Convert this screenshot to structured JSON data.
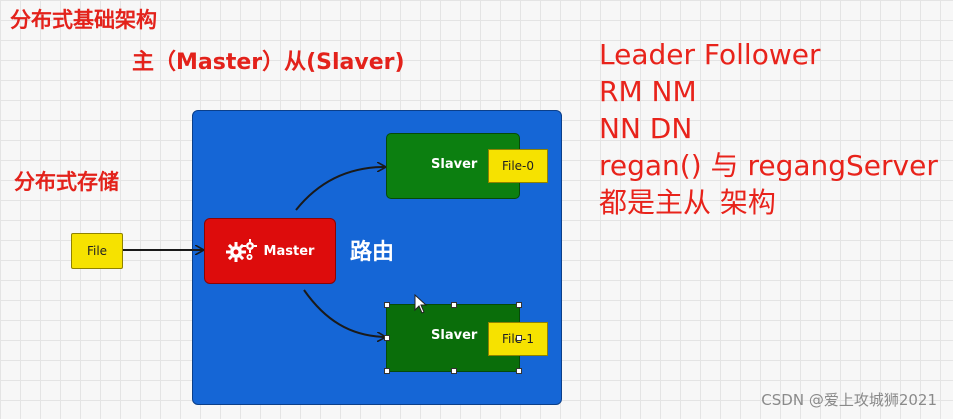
{
  "titles": {
    "main": "分布式基础架构",
    "sub": "主（Master）从(Slaver)",
    "storage": "分布式存储"
  },
  "diagram": {
    "input_file": "File",
    "master_label": "Master",
    "route_label": "路由",
    "slaves": [
      {
        "label": "Slaver",
        "file": "File-0"
      },
      {
        "label": "Slaver",
        "file": "File-1"
      }
    ],
    "colors": {
      "panel": "#1566d6",
      "master": "#dd0c0c",
      "slaver": "#0c7f10",
      "file": "#f6e200",
      "text_red": "#e3221b"
    }
  },
  "notes": [
    "Leader  Follower",
    "RM  NM",
    "NN  DN",
    "regan() 与 regangServer",
    "都是主从 架构"
  ],
  "watermark": "CSDN @爱上攻城狮2021"
}
